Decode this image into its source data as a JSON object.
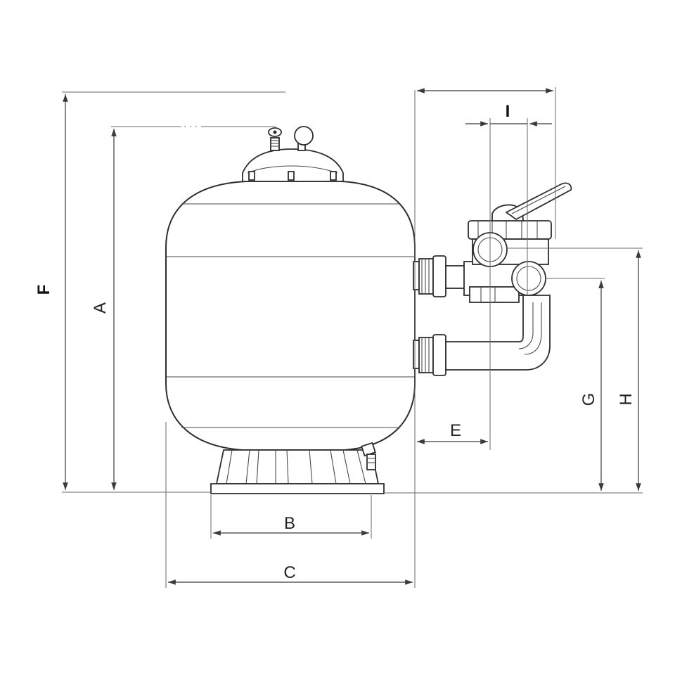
{
  "drawing": {
    "labels": {
      "a": "A",
      "b": "B",
      "c": "C",
      "e": "E",
      "f": "F",
      "g": "G",
      "h": "H",
      "i": "I"
    }
  }
}
